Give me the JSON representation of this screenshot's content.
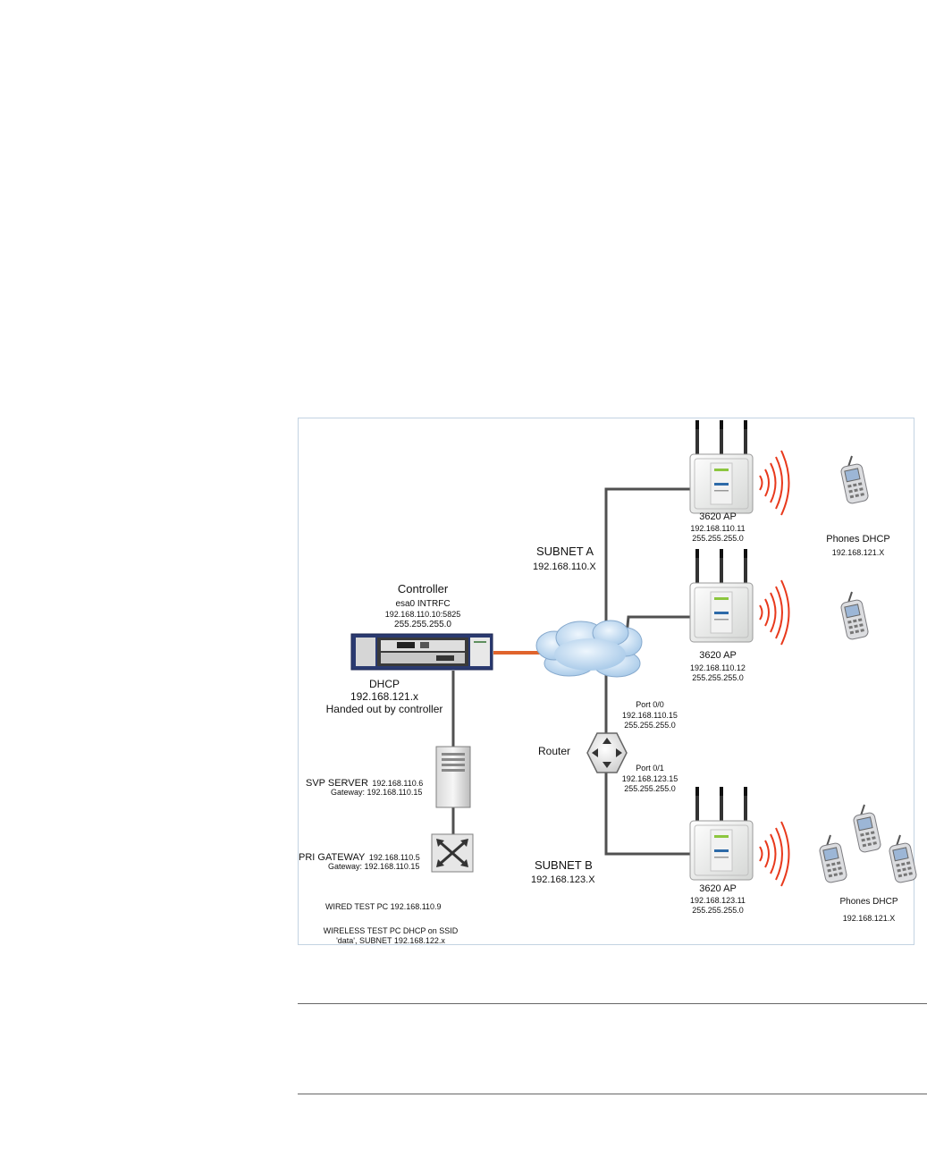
{
  "controller": {
    "title": "Controller",
    "interface": "esa0 INTRFC",
    "ip": "192.168.110.10:5825",
    "mask": "255.255.255.0",
    "dhcp_title": "DHCP",
    "dhcp_range": "192.168.121.x",
    "dhcp_note": "Handed out by controller"
  },
  "subnet_a": {
    "name": "SUBNET A",
    "range": "192.168.110.X"
  },
  "subnet_b": {
    "name": "SUBNET B",
    "range": "192.168.123.X"
  },
  "aps": [
    {
      "model": "3620 AP",
      "ip": "192.168.110.11",
      "mask": "255.255.255.0"
    },
    {
      "model": "3620 AP",
      "ip": "192.168.110.12",
      "mask": "255.255.255.0"
    },
    {
      "model": "3620 AP",
      "ip": "192.168.123.11",
      "mask": "255.255.255.0"
    }
  ],
  "phones_top": {
    "title": "Phones DHCP",
    "range": "192.168.121.X"
  },
  "phones_bottom": {
    "title": "Phones DHCP",
    "range": "192.168.121.X"
  },
  "router": {
    "label": "Router",
    "port0_name": "Port 0/0",
    "port0_ip": "192.168.110.15",
    "port0_mask": "255.255.255.0",
    "port1_name": "Port 0/1",
    "port1_ip": "192.168.123.15",
    "port1_mask": "255.255.255.0"
  },
  "svp_server": {
    "label": "SVP SERVER",
    "ip": "192.168.110.6",
    "gateway_label": "Gateway:",
    "gateway": "192.168.110.15"
  },
  "pri_gateway": {
    "label": "PRI GATEWAY",
    "ip": "192.168.110.5",
    "gateway_label": "Gateway:",
    "gateway": "192.168.110.15"
  },
  "wired_pc": "WIRED TEST PC 192.168.110.9",
  "wireless_pc_line1": "WIRELESS TEST PC DHCP on SSID",
  "wireless_pc_line2": "'data', SUBNET 192.168.122.x",
  "colors": {
    "link": "#505050",
    "uplink": "#e0642c",
    "wave": "#e8391c",
    "frame": "#c3d3e2"
  }
}
